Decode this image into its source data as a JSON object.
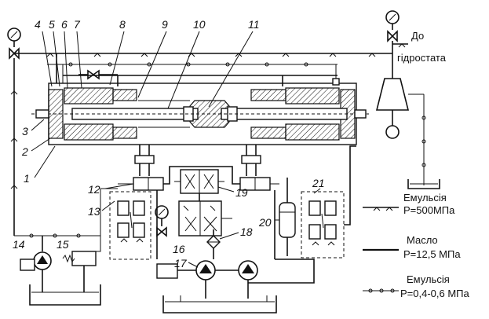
{
  "callouts": {
    "n1": "1",
    "n2": "2",
    "n3": "3",
    "n4": "4",
    "n5": "5",
    "n6": "6",
    "n7": "7",
    "n8": "8",
    "n9": "9",
    "n10": "10",
    "n11": "11",
    "n12": "12",
    "n13": "13",
    "n14": "14",
    "n15": "15",
    "n16": "16",
    "n17": "17",
    "n18": "18",
    "n19": "19",
    "n20": "20",
    "n21": "21"
  },
  "destination": {
    "line1": "До",
    "line2": "гідростата"
  },
  "legend": {
    "item1_name": "Емульсія",
    "item1_pressure": "P=500МПа",
    "item2_name": "Масло",
    "item2_pressure": "P=12,5 МПа",
    "item3_name": "Емульсія",
    "item3_pressure": "P=0,4-0,6 МПа"
  }
}
